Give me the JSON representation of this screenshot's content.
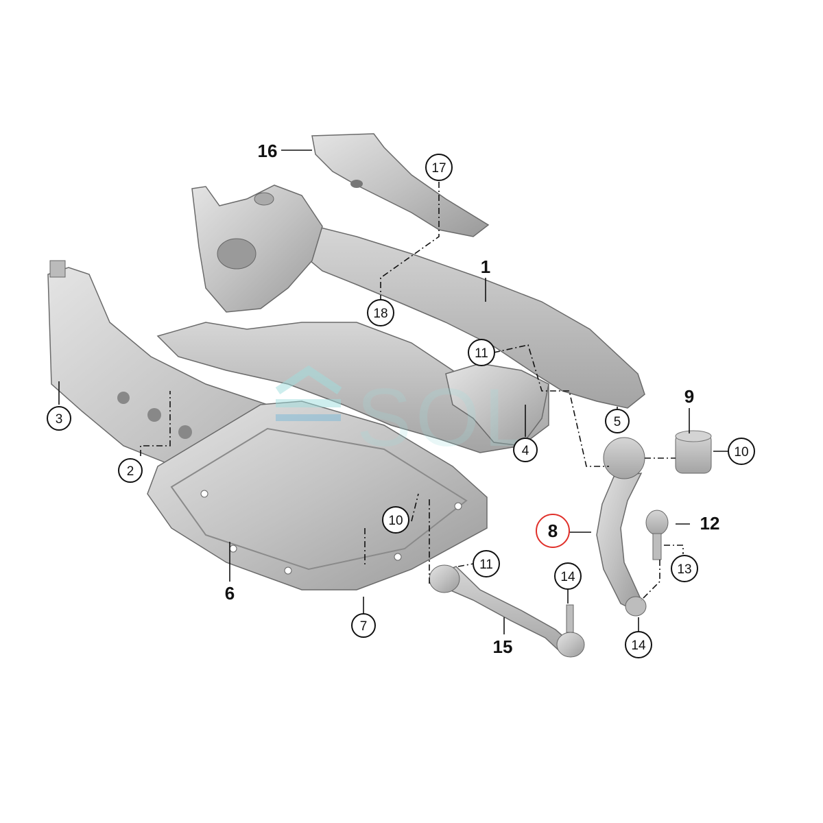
{
  "callouts": [
    {
      "id": "1",
      "label": "1",
      "circled": false
    },
    {
      "id": "2",
      "label": "2",
      "circled": true
    },
    {
      "id": "3",
      "label": "3",
      "circled": true
    },
    {
      "id": "4",
      "label": "4",
      "circled": true
    },
    {
      "id": "5",
      "label": "5",
      "circled": true
    },
    {
      "id": "6",
      "label": "6",
      "circled": false
    },
    {
      "id": "7",
      "label": "7",
      "circled": true
    },
    {
      "id": "8",
      "label": "8",
      "circled": false,
      "highlighted": true
    },
    {
      "id": "9",
      "label": "9",
      "circled": false
    },
    {
      "id": "10a",
      "label": "10",
      "circled": true
    },
    {
      "id": "10b",
      "label": "10",
      "circled": true
    },
    {
      "id": "11a",
      "label": "11",
      "circled": true
    },
    {
      "id": "11b",
      "label": "11",
      "circled": true
    },
    {
      "id": "12",
      "label": "12",
      "circled": false
    },
    {
      "id": "13",
      "label": "13",
      "circled": true
    },
    {
      "id": "14a",
      "label": "14",
      "circled": true
    },
    {
      "id": "14b",
      "label": "14",
      "circled": true
    },
    {
      "id": "15",
      "label": "15",
      "circled": false
    },
    {
      "id": "16",
      "label": "16",
      "circled": false
    },
    {
      "id": "17",
      "label": "17",
      "circled": true
    },
    {
      "id": "18",
      "label": "18",
      "circled": true
    }
  ],
  "watermark": {
    "text": "SOL",
    "color": "#9fdede"
  },
  "colors": {
    "highlight": "#e0302a",
    "part_fill": "#c9c9c9",
    "part_dark": "#8f8f8f",
    "line": "#111111"
  }
}
